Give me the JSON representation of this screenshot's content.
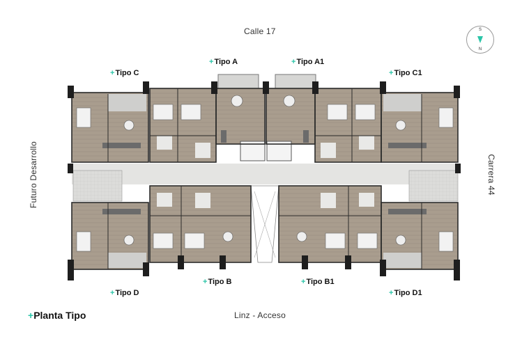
{
  "streets": {
    "top": "Calle 17",
    "bottom": "Linz - Acceso",
    "left": "Futuro Desarrollo",
    "right": "Carrera 44"
  },
  "compass": {
    "south": "S",
    "north": "N"
  },
  "units": {
    "tipo_a": "Tipo A",
    "tipo_a1": "Tipo A1",
    "tipo_c": "Tipo C",
    "tipo_c1": "Tipo C1",
    "tipo_b": "Tipo B",
    "tipo_b1": "Tipo B1",
    "tipo_d": "Tipo D",
    "tipo_d1": "Tipo D1"
  },
  "plus_sign": "+",
  "title": "Planta Tipo",
  "colors": {
    "accent": "#2bc5a8",
    "floor": "#a99d8e",
    "wall": "#2b2b2b",
    "corridor": "#e4e4e2"
  }
}
